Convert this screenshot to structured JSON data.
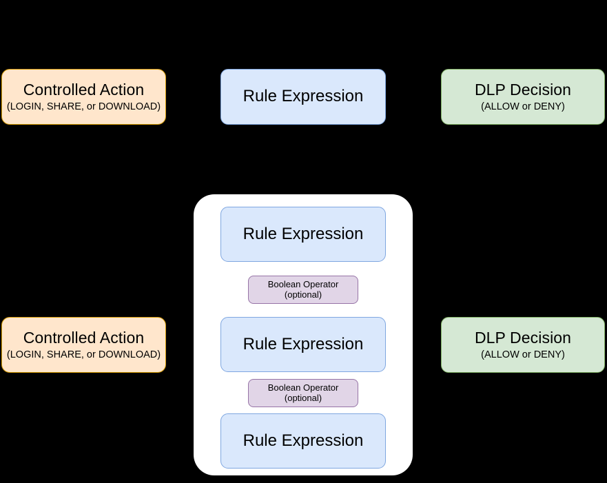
{
  "diagram": {
    "background_color": "#000000",
    "palette": {
      "action_fill": "#ffe6cc",
      "action_stroke": "#d79b00",
      "rule_fill": "#dae8fc",
      "rule_stroke": "#7ea6e0",
      "decision_fill": "#d5e8d4",
      "decision_stroke": "#82b366",
      "boolean_fill": "#e1d5e7",
      "boolean_stroke": "#9673a6",
      "group_fill": "#ffffff"
    },
    "top_row": {
      "controlled_action": {
        "title": "Controlled Action",
        "subtitle": "(LOGIN, SHARE, or DOWNLOAD)"
      },
      "rule_expression": {
        "title": "Rule Expression"
      },
      "dlp_decision": {
        "title": "DLP Decision",
        "subtitle": "(ALLOW or DENY)"
      }
    },
    "bottom_row": {
      "controlled_action": {
        "title": "Controlled Action",
        "subtitle": "(LOGIN, SHARE, or DOWNLOAD)"
      },
      "dlp_decision": {
        "title": "DLP Decision",
        "subtitle": "(ALLOW or DENY)"
      }
    },
    "rule_group": {
      "items": [
        {
          "type": "rule",
          "title": "Rule Expression"
        },
        {
          "type": "boolean",
          "title": "Boolean Operator (optional)"
        },
        {
          "type": "rule",
          "title": "Rule Expression"
        },
        {
          "type": "boolean",
          "title": "Boolean Operator (optional)"
        },
        {
          "type": "rule",
          "title": "Rule Expression"
        }
      ]
    }
  }
}
